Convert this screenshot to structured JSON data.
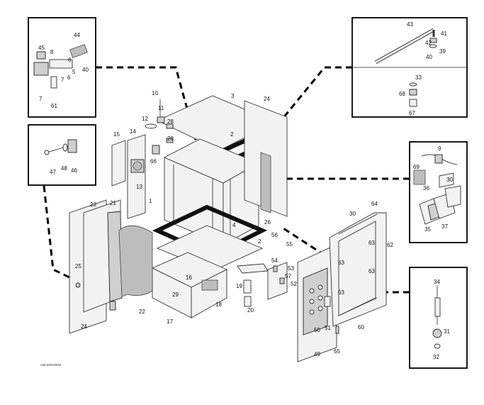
{
  "drawing_code": "OM-0602NEW",
  "callouts": [
    {
      "id": "c1",
      "text": "1"
    },
    {
      "id": "c2",
      "text": "2"
    },
    {
      "id": "c2b",
      "text": "2"
    },
    {
      "id": "c3",
      "text": "3"
    },
    {
      "id": "c4",
      "text": "4"
    },
    {
      "id": "c10",
      "text": "10"
    },
    {
      "id": "c11",
      "text": "11"
    },
    {
      "id": "c12",
      "text": "12"
    },
    {
      "id": "c13",
      "text": "13"
    },
    {
      "id": "c14",
      "text": "14"
    },
    {
      "id": "c15",
      "text": "15"
    },
    {
      "id": "c16",
      "text": "16"
    },
    {
      "id": "c17",
      "text": "17"
    },
    {
      "id": "c18",
      "text": "18"
    },
    {
      "id": "c19",
      "text": "19"
    },
    {
      "id": "c20",
      "text": "20"
    },
    {
      "id": "c21",
      "text": "21"
    },
    {
      "id": "c22",
      "text": "22"
    },
    {
      "id": "c23",
      "text": "23"
    },
    {
      "id": "c24a",
      "text": "24"
    },
    {
      "id": "c24b",
      "text": "24"
    },
    {
      "id": "c25",
      "text": "25"
    },
    {
      "id": "c26",
      "text": "26"
    },
    {
      "id": "c28a",
      "text": "28"
    },
    {
      "id": "c28b",
      "text": "28"
    },
    {
      "id": "c29",
      "text": "29"
    },
    {
      "id": "c30",
      "text": "30"
    },
    {
      "id": "c49",
      "text": "49"
    },
    {
      "id": "c50",
      "text": "50"
    },
    {
      "id": "c51",
      "text": "51"
    },
    {
      "id": "c52",
      "text": "52"
    },
    {
      "id": "c53",
      "text": "53"
    },
    {
      "id": "c54",
      "text": "54"
    },
    {
      "id": "c55",
      "text": "55"
    },
    {
      "id": "c56",
      "text": "56"
    },
    {
      "id": "c57",
      "text": "57"
    },
    {
      "id": "c60",
      "text": "60"
    },
    {
      "id": "c62",
      "text": "62"
    },
    {
      "id": "c63a",
      "text": "63"
    },
    {
      "id": "c63b",
      "text": "63"
    },
    {
      "id": "c63c",
      "text": "63"
    },
    {
      "id": "c63d",
      "text": "63"
    },
    {
      "id": "c64",
      "text": "64"
    },
    {
      "id": "c65",
      "text": "65"
    },
    {
      "id": "c66",
      "text": "66"
    }
  ],
  "detail_boxes": {
    "top_left": [
      "45",
      "44",
      "8",
      "6",
      "40",
      "5",
      "6",
      "7",
      "7",
      "61"
    ],
    "mid_left": [
      "47",
      "48",
      "46"
    ],
    "top_right": [
      "43",
      "41",
      "42",
      "39",
      "40",
      "33",
      "68",
      "67"
    ],
    "mid_right": [
      "9",
      "69",
      "36",
      "30",
      "35",
      "37"
    ],
    "bottom_right": [
      "34",
      "31",
      "32"
    ]
  }
}
